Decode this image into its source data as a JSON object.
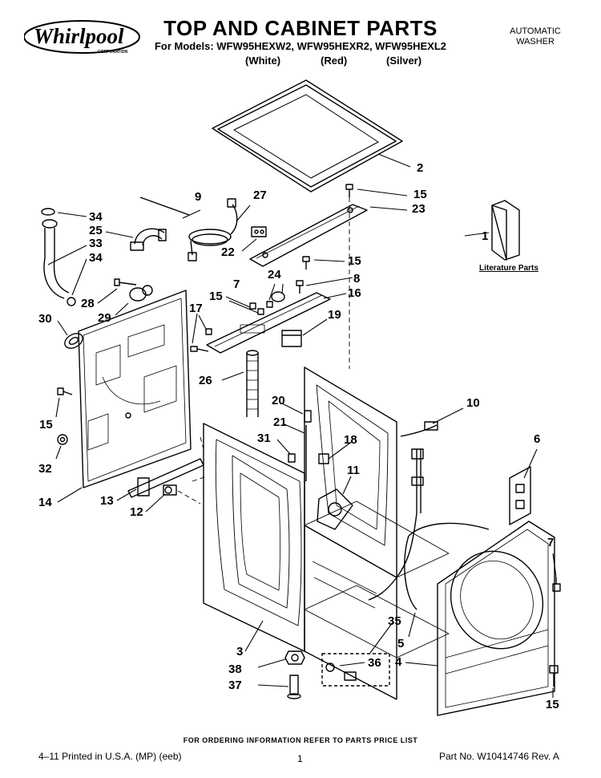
{
  "header": {
    "brand": "Whirlpool",
    "brand_sub": "CORPORATION",
    "title": "TOP AND CABINET PARTS",
    "subtitle": "For Models: WFW95HEXW2, WFW95HEXR2, WFW95HEXL2",
    "colors": [
      "(White)",
      "(Red)",
      "(Silver)"
    ],
    "appliance_line1": "AUTOMATIC",
    "appliance_line2": "WASHER"
  },
  "literature_label": "Literature Parts",
  "callouts": [
    "1",
    "2",
    "3",
    "4",
    "5",
    "6",
    "7",
    "7",
    "8",
    "9",
    "10",
    "11",
    "12",
    "13",
    "14",
    "15",
    "15",
    "15",
    "15",
    "15",
    "16",
    "17",
    "18",
    "19",
    "20",
    "21",
    "22",
    "23",
    "24",
    "25",
    "26",
    "27",
    "28",
    "29",
    "30",
    "31",
    "32",
    "33",
    "34",
    "34",
    "35",
    "36",
    "37",
    "38"
  ],
  "footer": {
    "ordering": "FOR ORDERING INFORMATION REFER TO PARTS PRICE LIST",
    "printed": "4–11 Printed in U.S.A. (MP) (eeb)",
    "page": "1",
    "part_no": "Part No. W10414746 Rev. A"
  }
}
